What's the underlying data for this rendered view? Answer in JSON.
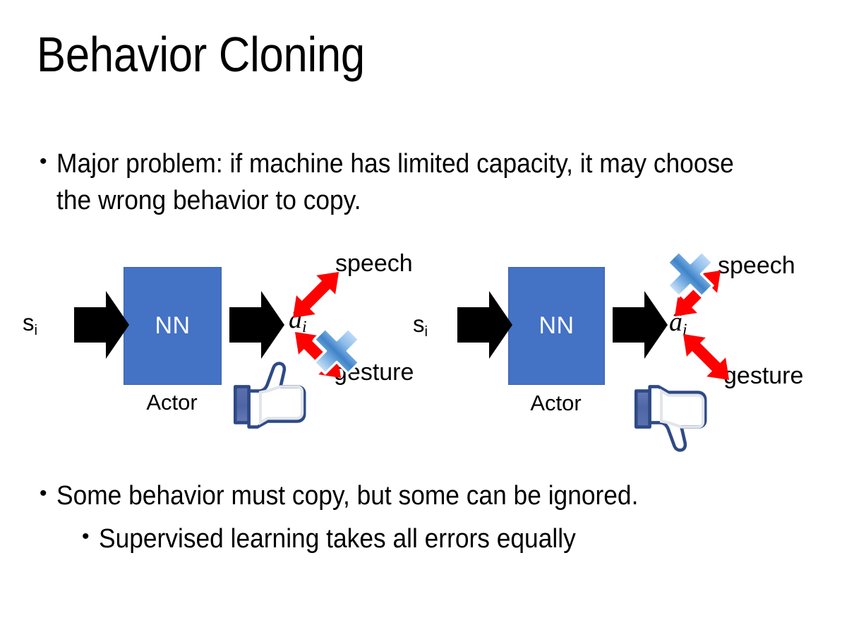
{
  "slide": {
    "title": "Behavior Cloning",
    "bullets": [
      {
        "id": "top",
        "marker": "•",
        "text": "Major problem: if machine has limited capacity, it may choose the wrong behavior to copy."
      },
      {
        "id": "mid",
        "marker": "•",
        "text": "Some behavior must copy, but some can be ignored."
      },
      {
        "id": "sub",
        "marker": "•",
        "text": "Supervised learning takes all errors equally"
      }
    ]
  },
  "colors": {
    "nn_fill": "#4472C4",
    "nn_border": "#3A63AF",
    "nn_text": "#FFFFFF",
    "arrow_black": "#000000",
    "arrow_red": "#FF0000",
    "cross_blue": "#4A90D9",
    "thumb_navy": "#3B5998",
    "thumb_fill": "#FFFFFF",
    "thumb_shade": "#E4E6EB",
    "background": "#FFFFFF"
  },
  "diagrams": [
    {
      "id": "left",
      "state_label": "s",
      "state_sub": "i",
      "box_label": "NN",
      "box_caption": "Actor",
      "action_label": "â",
      "action_sub": "i",
      "branches": [
        {
          "name": "speech",
          "label": "speech",
          "direction": "up-right",
          "crossed": false
        },
        {
          "name": "gesture",
          "label": "gesture",
          "direction": "down-right",
          "crossed": true
        }
      ],
      "verdict_icon": "thumbs-up",
      "cross_icon": "blue-x-icon"
    },
    {
      "id": "right",
      "state_label": "s",
      "state_sub": "i",
      "box_label": "NN",
      "box_caption": "Actor",
      "action_label": "â",
      "action_sub": "i",
      "branches": [
        {
          "name": "speech",
          "label": "speech",
          "direction": "up-right",
          "crossed": true
        },
        {
          "name": "gesture",
          "label": "gesture",
          "direction": "down-right",
          "crossed": false
        }
      ],
      "verdict_icon": "thumbs-down",
      "cross_icon": "blue-x-icon"
    }
  ]
}
